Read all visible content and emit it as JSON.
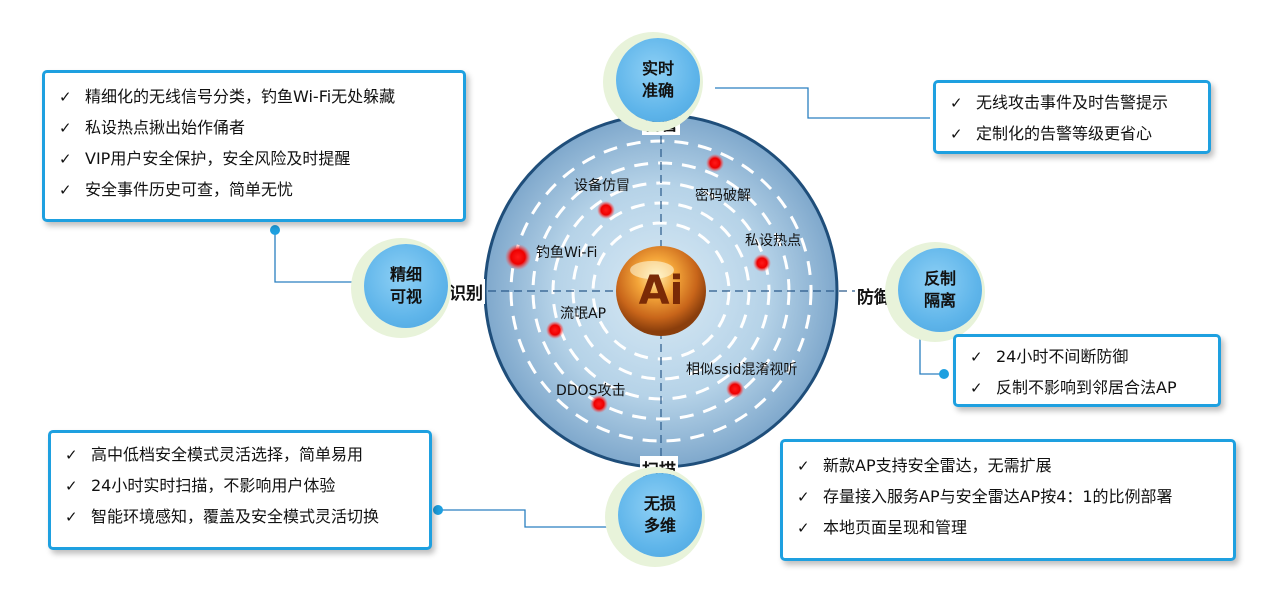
{
  "top_left_box": {
    "items": [
      "精细化的无线信号分类，钓鱼Wi-Fi无处躲藏",
      "私设热点揪出始作俑者",
      "VIP用户安全保护，安全风险及时提醒",
      "安全事件历史可查，简单无忧"
    ]
  },
  "top_right_box": {
    "items": [
      "无线攻击事件及时告警提示",
      "定制化的告警等级更省心"
    ]
  },
  "right_box": {
    "items": [
      "24小时不间断防御",
      "反制不影响到邻居合法AP"
    ]
  },
  "bottom_left_box": {
    "items": [
      "高中低档安全模式灵活选择，简单易用",
      "24小时实时扫描，不影响用户体验",
      "智能环境感知，覆盖及安全模式灵活切换"
    ]
  },
  "bottom_right_box": {
    "items": [
      "新款AP支持安全雷达，无需扩展",
      "存量接入服务AP与安全雷达AP按4：1的比例部署",
      "本地页面呈现和管理"
    ]
  },
  "nodes": {
    "top": {
      "line1": "实时",
      "line2": "准确"
    },
    "left": {
      "line1": "精细",
      "line2": "可视"
    },
    "right": {
      "line1": "反制",
      "line2": "隔离"
    },
    "bottom": {
      "line1": "无损",
      "line2": "多维"
    }
  },
  "labels": {
    "top": "告警",
    "left": "识别",
    "right": "防御",
    "bottom": "扫描"
  },
  "center_logo": "Ai",
  "threats": [
    "设备仿冒",
    "密码破解",
    "钓鱼Wi-Fi",
    "私设热点",
    "流氓AP",
    "相似ssid混淆视听",
    "DDOS攻击"
  ],
  "check_mark": "✓"
}
